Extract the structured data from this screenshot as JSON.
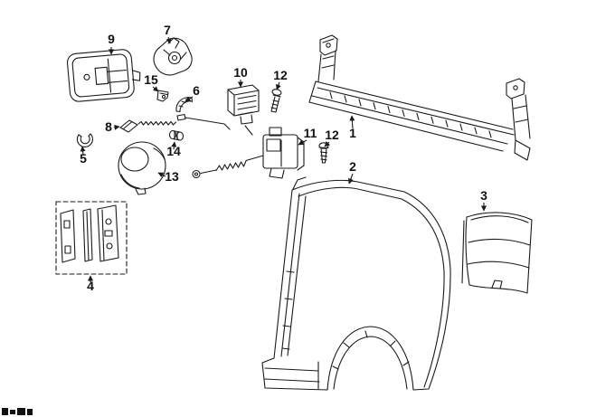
{
  "colors": {
    "line": "#1a1a1a",
    "background": "#ffffff",
    "label": "#111111"
  },
  "diagram": {
    "labels": [
      {
        "part": "9"
      },
      {
        "part": "7"
      },
      {
        "part": "15"
      },
      {
        "part": "10"
      },
      {
        "part": "12"
      },
      {
        "part": "6"
      },
      {
        "part": "8"
      },
      {
        "part": "14"
      },
      {
        "part": "5"
      },
      {
        "part": "13"
      },
      {
        "part": "11"
      },
      {
        "part": "12"
      },
      {
        "part": "1"
      },
      {
        "part": "2"
      },
      {
        "part": "3"
      },
      {
        "part": "4"
      }
    ]
  }
}
